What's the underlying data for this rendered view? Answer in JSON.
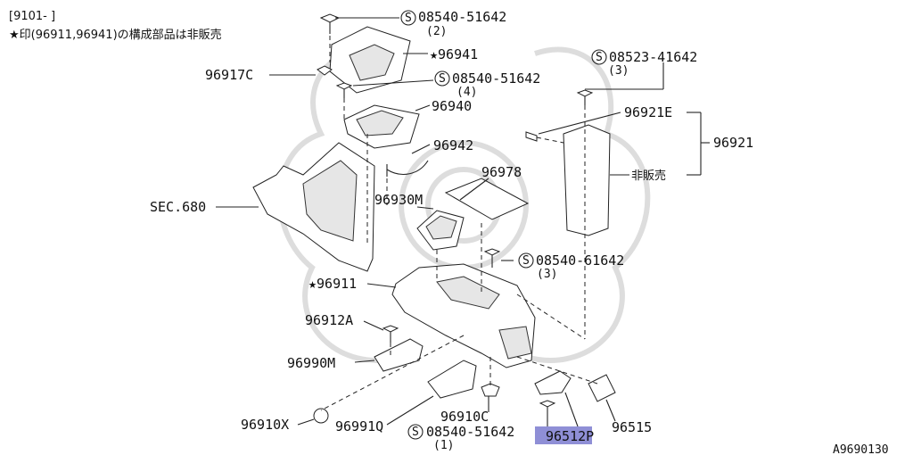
{
  "header": {
    "range": "[9101-     ]",
    "note": "★印(96911,96941)の構成部品は非販売"
  },
  "labels": {
    "s": "S",
    "p08540_51642": "08540-51642",
    "q2": "(2)",
    "q4": "(4)",
    "q1": "(1)",
    "q3": "(3)",
    "p96941": "★96941",
    "p96917C": "96917C",
    "p96940": "96940",
    "p96942": "96942",
    "p96978": "96978",
    "p96930M": "96930M",
    "sec680": "SEC.680",
    "p08523_41642": "08523-41642",
    "p96921E": "96921E",
    "p96921": "96921",
    "notsold": "非販売",
    "p08540_61642": "08540-61642",
    "p96911": "★96911",
    "p96912A": "96912A",
    "p96990M": "96990M",
    "p96910C": "96910C",
    "p96910X": "96910X",
    "p96991Q": "96991Q",
    "p96512P": "96512P",
    "p96515": "96515",
    "figure_id": "A9690130"
  },
  "colors": {
    "highlight": "#8f8fd6",
    "line": "#222222"
  }
}
